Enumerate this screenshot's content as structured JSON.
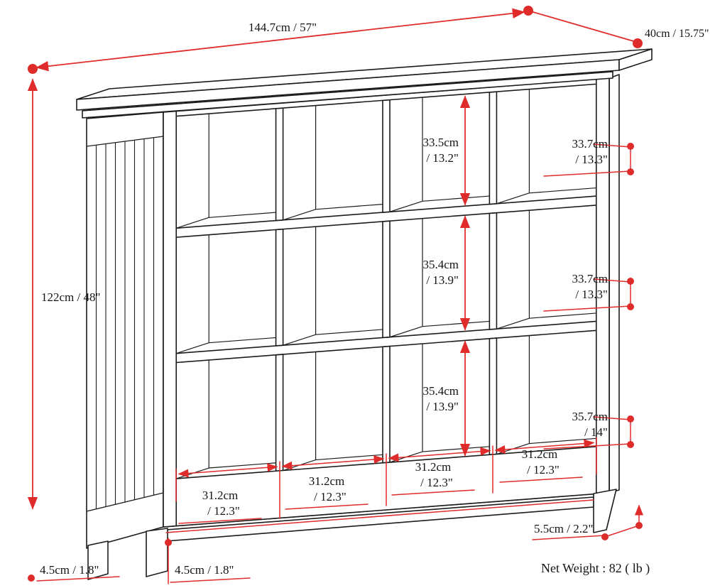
{
  "colors": {
    "dimension_line": "#e02b2b",
    "drawing_line": "#1c1c1c"
  },
  "labels": {
    "width": "144.7cm / 57\"",
    "depth": "40cm / 15.75\"",
    "height": "122cm / 48\"",
    "row1_height": {
      "cm": "33.5cm",
      "in": "/ 13.2\""
    },
    "row2_height": {
      "cm": "35.4cm",
      "in": "/ 13.9\""
    },
    "row3_height": {
      "cm": "35.4cm",
      "in": "/ 13.9\""
    },
    "right_row1": {
      "cm": "33.7cm",
      "in": "/ 13.3\""
    },
    "right_row2": {
      "cm": "33.7cm",
      "in": "/ 13.3\""
    },
    "right_row3": {
      "cm": "35.7cm",
      "in": "/ 14\""
    },
    "cube_widths": [
      {
        "cm": "31.2cm",
        "in": "/ 12.3\""
      },
      {
        "cm": "31.2cm",
        "in": "/ 12.3\""
      },
      {
        "cm": "31.2cm",
        "in": "/ 12.3\""
      },
      {
        "cm": "31.2cm",
        "in": "/ 12.3\""
      }
    ],
    "toe_height": "5.5cm / 2.2\"",
    "leg_widths": [
      "4.5cm / 1.8\"",
      "4.5cm / 1.8\""
    ],
    "net_weight": "Net Weight : 82 ( lb )"
  }
}
